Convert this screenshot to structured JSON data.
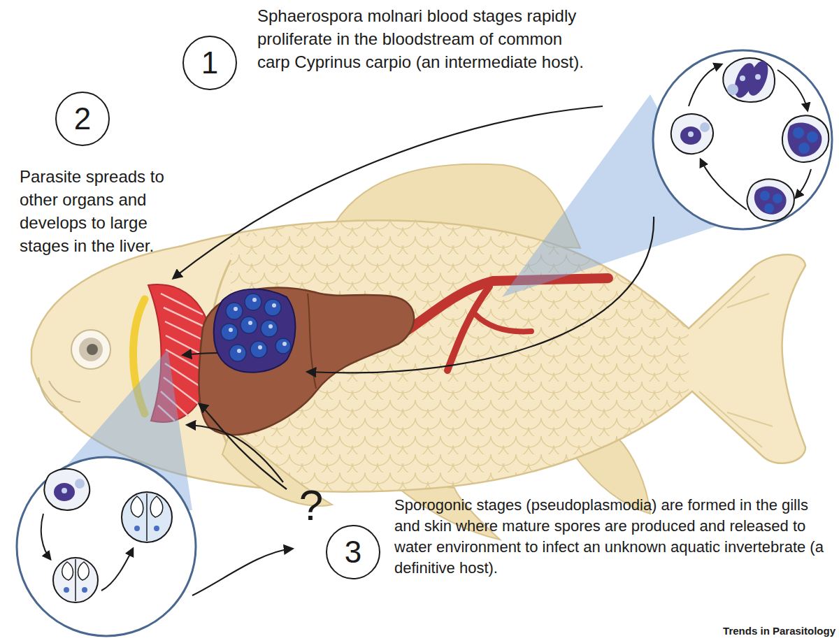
{
  "diagram": {
    "nodes": [
      {
        "text": [
          "1"
        ]
      },
      {
        "text": [
          "2"
        ]
      },
      {
        "text": [
          "3"
        ]
      }
    ],
    "labels": [
      "Sphaerospora molnari blood stages rapidly proliferate in the bloodstream of common carp Cyprinus carpio (an intermediate host).",
      "Parasite spreads to other organs and develops to large stages in the liver.",
      "Sporogonic stages (pseudoplasmodia) are formed in the gills and skin where mature spores are produced and released to water environment to infect an unknown aquatic invertebrate (a definitive host).",
      "?",
      "Trends in Parasitology"
    ]
  }
}
